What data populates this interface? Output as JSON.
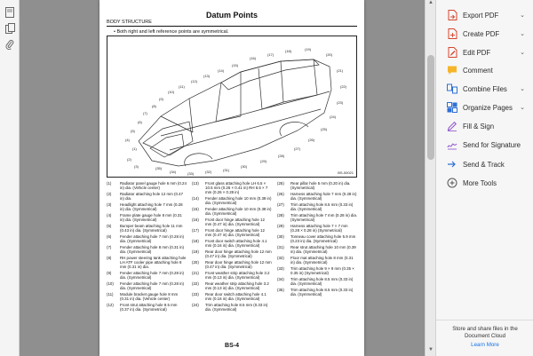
{
  "document": {
    "title": "Datum Points",
    "section": "BODY STRUCTURE",
    "bullet": "•  Both right and left reference points are symmetrical.",
    "figure_code": "BS-00021",
    "page_label": "BS-4",
    "legend": [
      {
        "num": "(1)",
        "text": "Radiator panel gauge hole 6 mm (0.24 in) dia. (Vehicle center)"
      },
      {
        "num": "(2)",
        "text": "Radiator attaching hole 12 mm (0.47 in) dia."
      },
      {
        "num": "(3)",
        "text": "Headlight attaching hole 7 mm (0.28 in) dia. (Symmetrical)"
      },
      {
        "num": "(4)",
        "text": "Frame plate gauge hole 8 mm (0.31 in) dia. (Symmetrical)"
      },
      {
        "num": "(5)",
        "text": "Bumper beam attaching hole 11 mm (0.43 in) dia. (Symmetrical)"
      },
      {
        "num": "(6)",
        "text": "Fender attaching hole 7 mm (0.28 in) dia. (Symmetrical)"
      },
      {
        "num": "(7)",
        "text": "Fender attaching hole 8 mm (0.31 in) dia. (Symmetrical)"
      },
      {
        "num": "(8)",
        "text": "RH power steering tank attaching hole LH ATF cooler pipe attaching hole 8 mm (0.31 in) dia."
      },
      {
        "num": "(9)",
        "text": "Fender attaching hole 7 mm (0.28 in) dia. (Symmetrical)"
      },
      {
        "num": "(10)",
        "text": "Fender attaching hole 7 mm (0.28 in) dia. (Symmetrical)"
      },
      {
        "num": "(11)",
        "text": "Module bracket gauge hole 8 mm (0.31 in) dia. (Vehicle center)"
      },
      {
        "num": "(12)",
        "text": "Front strut attaching hole 9.5 mm (0.37 in) dia. (Symmetrical)"
      },
      {
        "num": "(13)",
        "text": "Front glass attaching hole LH 6.5 × 10.5 mm (0.26 × 0.41 in) RH 6.5 × 7 mm (0.26 × 0.28 in)"
      },
      {
        "num": "(14)",
        "text": "Fender attaching hole 10 mm (0.39 in) dia. (Symmetrical)"
      },
      {
        "num": "(15)",
        "text": "Fender attaching hole 10 mm (0.39 in) dia. (Symmetrical)"
      },
      {
        "num": "(16)",
        "text": "Front door hinge attaching hole 12 mm (0.47 in) dia. (Symmetrical)"
      },
      {
        "num": "(17)",
        "text": "Front door hinge attaching hole 12 mm (0.47 in) dia. (Symmetrical)"
      },
      {
        "num": "(18)",
        "text": "Front door switch attaching hole 4.1 mm (0.16 in) dia. (Symmetrical)"
      },
      {
        "num": "(19)",
        "text": "Rear door hinge attaching hole 12 mm (0.47 in) dia. (Symmetrical)"
      },
      {
        "num": "(20)",
        "text": "Rear door hinge attaching hole 12 mm (0.47 in) dia. (Symmetrical)"
      },
      {
        "num": "(21)",
        "text": "Front weather strip attaching hole 3.2 mm (0.13 in) dia. (Symmetrical)"
      },
      {
        "num": "(22)",
        "text": "Rear weather strip attaching hole 3.2 mm (0.13 in) dia. (Symmetrical)"
      },
      {
        "num": "(23)",
        "text": "Rear door switch attaching hole 4.1 mm (0.16 in) dia. (Symmetrical)"
      },
      {
        "num": "(24)",
        "text": "Trim attaching hole 8.5 mm (0.33 in) dia. (Symmetrical)"
      },
      {
        "num": "(25)",
        "text": "Rear pillar hole 5 mm (0.20 in) dia. (Symmetrical)"
      },
      {
        "num": "(26)",
        "text": "Harness attaching hole 7 mm (0.28 in) dia. (Symmetrical)"
      },
      {
        "num": "(27)",
        "text": "Trim attaching hole 8.5 mm (0.33 in) dia. (Symmetrical)"
      },
      {
        "num": "(28)",
        "text": "Trim attaching hole 7 mm (0.28 in) dia. (Symmetrical)"
      },
      {
        "num": "(29)",
        "text": "Harness attaching hole 7 × 7 mm (0.28 × 0.28 in) (Symmetrical)"
      },
      {
        "num": "(30)",
        "text": "Tonneau cover attaching hole 5.9 mm (0.23 in) dia. (Symmetrical)"
      },
      {
        "num": "(31)",
        "text": "Rear strut attaching hole 10 mm (0.39 in) dia. (Symmetrical)"
      },
      {
        "num": "(32)",
        "text": "Floor mat attaching hole 8 mm (0.31 in) dia. (Symmetrical)"
      },
      {
        "num": "(33)",
        "text": "Trim attaching hole 9 × 9 mm (0.35 × 0.35 in) (Symmetrical)"
      },
      {
        "num": "(34)",
        "text": "Trim attaching hole 8.5 mm (0.33 in) dia. (Symmetrical)"
      },
      {
        "num": "(35)",
        "text": "Trim attaching hole 8.5 mm (0.33 in) dia. (Symmetrical)"
      }
    ],
    "callouts": [
      "(1)",
      "(2)",
      "(3)",
      "(4)",
      "(5)",
      "(6)",
      "(7)",
      "(8)",
      "(9)",
      "(10)",
      "(11)",
      "(12)",
      "(13)",
      "(14)",
      "(15)",
      "(16)",
      "(17)",
      "(18)",
      "(19)",
      "(20)",
      "(21)",
      "(22)",
      "(23)",
      "(24)",
      "(25)",
      "(26)",
      "(27)",
      "(28)",
      "(29)",
      "(30)",
      "(31)",
      "(32)",
      "(33)",
      "(34)",
      "(35)"
    ]
  },
  "tools": [
    {
      "label": "Export PDF",
      "icon": "export-pdf-icon",
      "color": "#d6462e",
      "chevron": true
    },
    {
      "label": "Create PDF",
      "icon": "create-pdf-icon",
      "color": "#d6462e",
      "chevron": true
    },
    {
      "label": "Edit PDF",
      "icon": "edit-pdf-icon",
      "color": "#d6462e",
      "chevron": true
    },
    {
      "label": "Comment",
      "icon": "comment-icon",
      "color": "#f5b52a",
      "chevron": false
    },
    {
      "label": "Combine Files",
      "icon": "combine-files-icon",
      "color": "#2d6fd6",
      "chevron": true
    },
    {
      "label": "Organize Pages",
      "icon": "organize-pages-icon",
      "color": "#2d6fd6",
      "chevron": true
    },
    {
      "label": "Fill & Sign",
      "icon": "fill-sign-icon",
      "color": "#8b4fc9",
      "chevron": false
    },
    {
      "label": "Send for Signature",
      "icon": "send-signature-icon",
      "color": "#8b4fc9",
      "chevron": false
    },
    {
      "label": "Send & Track",
      "icon": "send-track-icon",
      "color": "#2d6fd6",
      "chevron": false
    },
    {
      "label": "More Tools",
      "icon": "more-tools-icon",
      "color": "#555555",
      "chevron": false
    }
  ],
  "panel_footer": {
    "line1": "Store and share files in the",
    "line2": "Document Cloud",
    "link": "Learn More"
  }
}
